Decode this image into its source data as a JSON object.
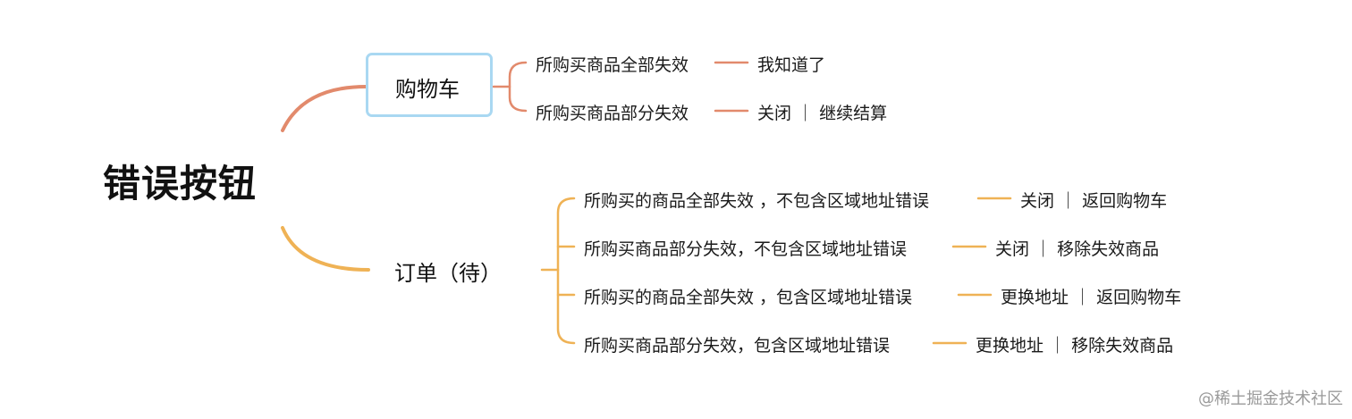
{
  "root": {
    "label": "错误按钮"
  },
  "colors": {
    "cart_branch": "#e28a6c",
    "order_branch": "#efb255",
    "cart_box_border": "#a9d8f2"
  },
  "branches": [
    {
      "label": "购物车",
      "children": [
        {
          "condition": "所购买商品全部失效",
          "result": "我知道了"
        },
        {
          "condition": "所购买商品部分失效",
          "result": "关闭 ｜ 继续结算"
        }
      ]
    },
    {
      "label": "订单（待）",
      "children": [
        {
          "condition": "所购买的商品全部失效 ，不包含区域地址错误",
          "result": "关闭 ｜ 返回购物车"
        },
        {
          "condition": "所购买商品部分失效，不包含区域地址错误",
          "result": "关闭 ｜ 移除失效商品"
        },
        {
          "condition": "所购买的商品全部失效 ，包含区域地址错误",
          "result": "更换地址 ｜ 返回购物车"
        },
        {
          "condition": "所购买商品部分失效，包含区域地址错误",
          "result": "更换地址 ｜ 移除失效商品"
        }
      ]
    }
  ],
  "watermark": "@稀土掘金技术社区"
}
